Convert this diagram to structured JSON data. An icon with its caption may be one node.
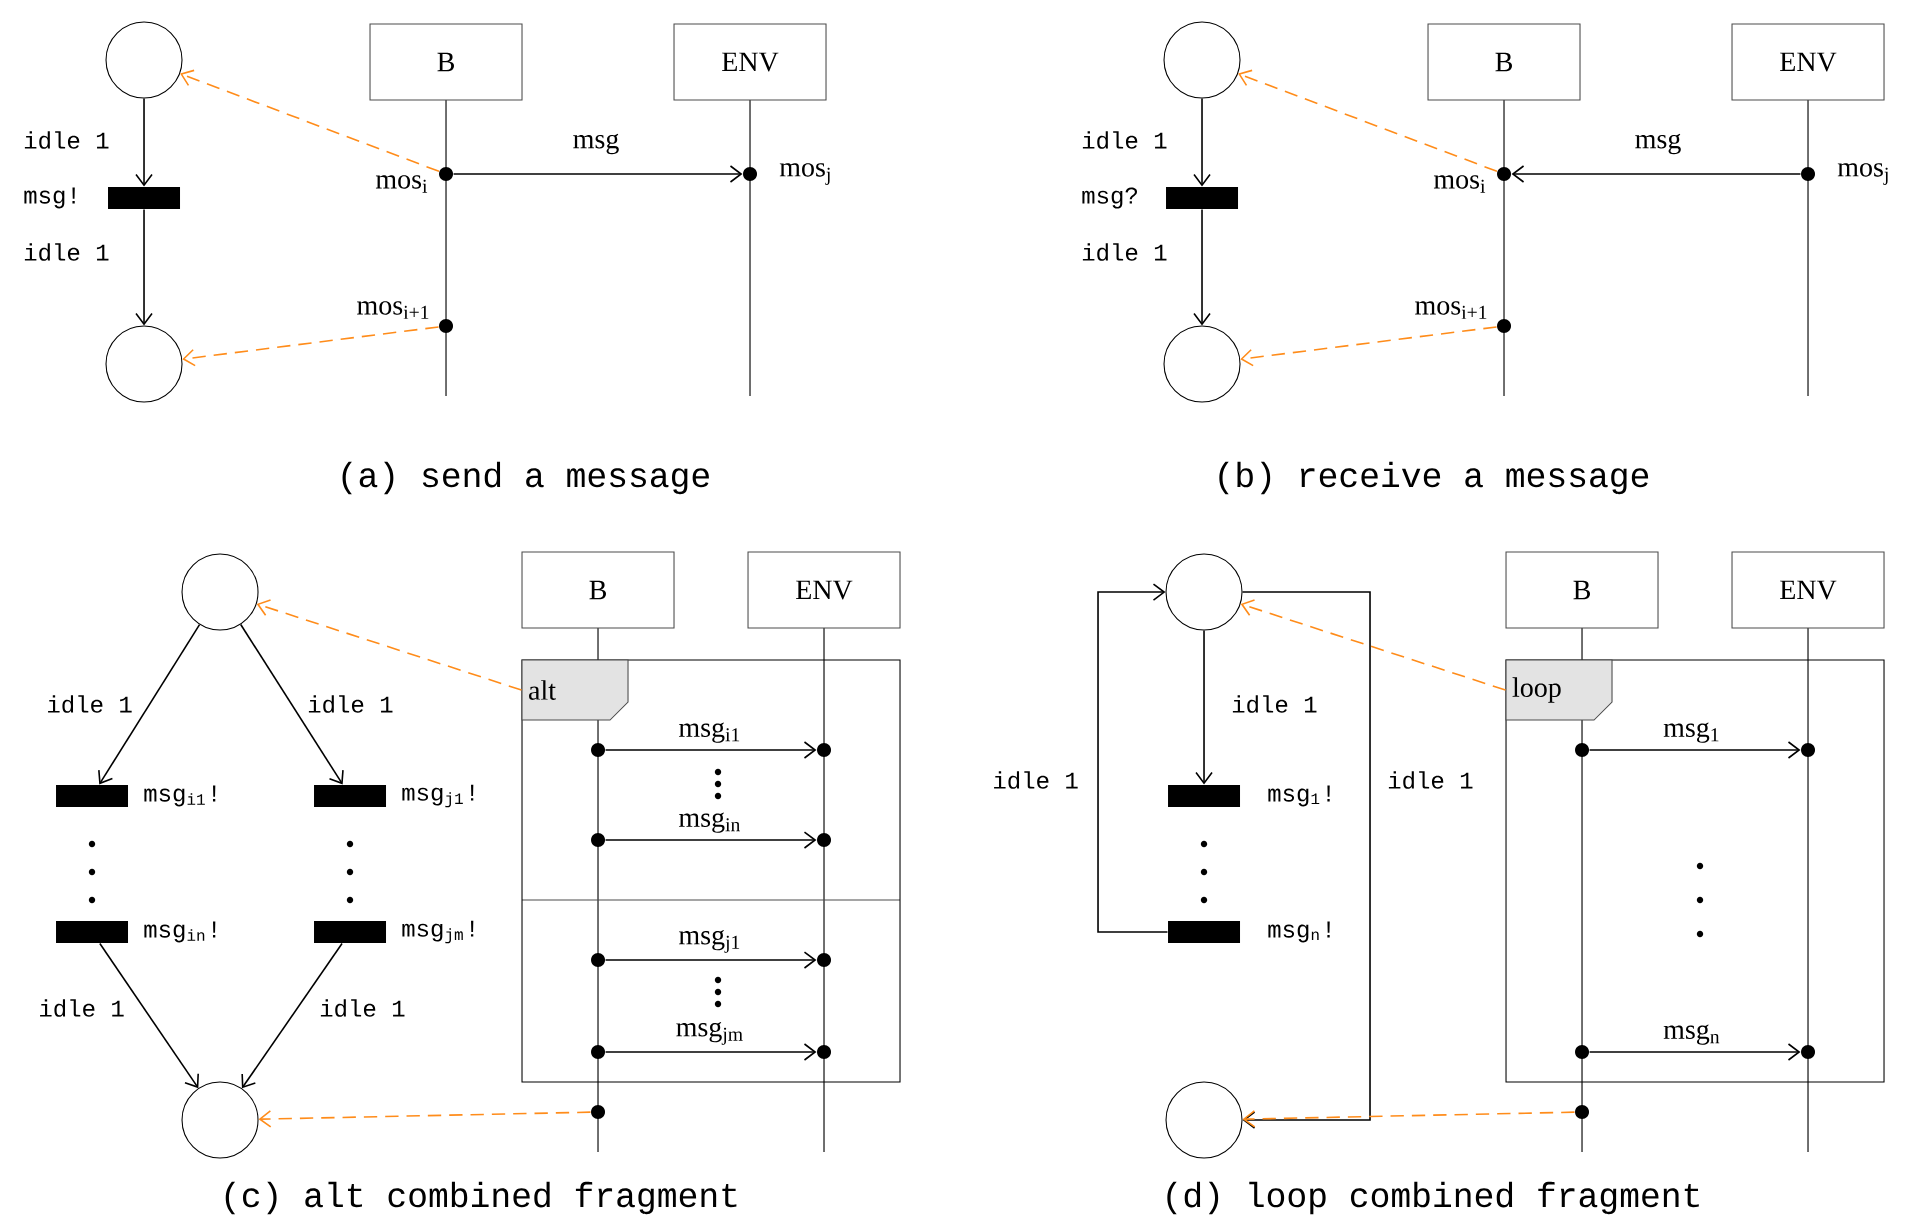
{
  "diagram": {
    "nodes": [
      {
        "text": [],
        "shape": "circle"
      },
      {
        "text": [],
        "shape": "bar",
        "beside": [
          "msg!"
        ]
      },
      {
        "text": [],
        "shape": "circle"
      },
      {
        "text": [
          "B"
        ]
      },
      {
        "text": [
          "ENV"
        ]
      },
      {
        "text": [],
        "shape": "dot",
        "beside": [
          "mos$_{i}$"
        ]
      },
      {
        "text": [],
        "shape": "dot",
        "beside": [
          "mos$_{j}$"
        ]
      },
      {
        "text": [],
        "shape": "dot",
        "beside": [
          "mos$_{i+1}$"
        ]
      },
      {
        "text": [],
        "shape": "circle"
      },
      {
        "text": [],
        "shape": "bar",
        "beside": [
          "msg?"
        ]
      },
      {
        "text": [],
        "shape": "circle"
      },
      {
        "text": [
          "B"
        ]
      },
      {
        "text": [
          "ENV"
        ]
      },
      {
        "text": [],
        "shape": "dot",
        "beside": [
          "mos$_{i}$"
        ]
      },
      {
        "text": [],
        "shape": "dot",
        "beside": [
          "mos$_{j}$"
        ]
      },
      {
        "text": [],
        "shape": "dot",
        "beside": [
          "mos$_{i+1}$"
        ]
      },
      {
        "text": [],
        "shape": "circle"
      },
      {
        "text": [],
        "shape": "bar",
        "beside": [
          "msg$_{i1}$!"
        ]
      },
      {
        "text": [],
        "shape": "bar",
        "beside": [
          "msg$_{j1}$!"
        ]
      },
      {
        "text": [],
        "shape": "bar",
        "beside": [
          "msg$_{in}$!"
        ]
      },
      {
        "text": [],
        "shape": "bar",
        "beside": [
          "msg$_{jm}$!"
        ]
      },
      {
        "text": [],
        "shape": "circle"
      },
      {
        "text": [
          "B"
        ]
      },
      {
        "text": [
          "ENV"
        ]
      },
      {
        "text": [],
        "shape": "box"
      },
      {
        "text": [
          "alt"
        ],
        "in": 24
      },
      {
        "text": [],
        "shape": "dot",
        "in": 24
      },
      {
        "text": [],
        "shape": "dot",
        "in": 24
      },
      {
        "text": [],
        "shape": "dot",
        "in": 24
      },
      {
        "text": [],
        "shape": "dot",
        "in": 24
      },
      {
        "text": [],
        "shape": "dot",
        "in": 24
      },
      {
        "text": [],
        "shape": "dot",
        "in": 24
      },
      {
        "text": [],
        "shape": "dot",
        "in": 24
      },
      {
        "text": [],
        "shape": "dot",
        "in": 24
      },
      {
        "text": [],
        "shape": "dot"
      },
      {
        "text": [],
        "shape": "circle"
      },
      {
        "text": [],
        "shape": "bar",
        "beside": [
          "msg$_{1}$!"
        ]
      },
      {
        "text": [],
        "shape": "bar",
        "beside": [
          "msg$_{n}$!"
        ]
      },
      {
        "text": [],
        "shape": "circle"
      },
      {
        "text": [
          "B"
        ]
      },
      {
        "text": [
          "ENV"
        ]
      },
      {
        "text": [],
        "shape": "box"
      },
      {
        "text": [
          "loop"
        ],
        "in": 41
      },
      {
        "text": [],
        "shape": "dot",
        "in": 41
      },
      {
        "text": [],
        "shape": "dot",
        "in": 41
      },
      {
        "text": [],
        "shape": "dot",
        "in": 41
      },
      {
        "text": [],
        "shape": "dot",
        "in": 41
      },
      {
        "text": [],
        "shape": "dot"
      }
    ],
    "edges": [
      {
        "from": 0,
        "to": 1,
        "arrow": "to",
        "label": "idle 1"
      },
      {
        "from": 1,
        "to": 2,
        "arrow": "to",
        "label": "idle 1"
      },
      {
        "from": 5,
        "to": 6,
        "arrow": "to",
        "label": "msg"
      },
      {
        "from": 5,
        "to": 0,
        "arrow": "to",
        "style": "dashed",
        "color": "#ff8c1a"
      },
      {
        "from": 7,
        "to": 2,
        "arrow": "to",
        "style": "dashed",
        "color": "#ff8c1a"
      },
      {
        "from": 8,
        "to": 9,
        "arrow": "to",
        "label": "idle 1"
      },
      {
        "from": 9,
        "to": 10,
        "arrow": "to",
        "label": "idle 1"
      },
      {
        "from": 14,
        "to": 13,
        "arrow": "to",
        "label": "msg"
      },
      {
        "from": 13,
        "to": 8,
        "arrow": "to",
        "style": "dashed",
        "color": "#ff8c1a"
      },
      {
        "from": 15,
        "to": 10,
        "arrow": "to",
        "style": "dashed",
        "color": "#ff8c1a"
      },
      {
        "from": 16,
        "to": 17,
        "arrow": "to",
        "label": "idle 1"
      },
      {
        "from": 16,
        "to": 18,
        "arrow": "to",
        "label": "idle 1"
      },
      {
        "from": 19,
        "to": 21,
        "arrow": "to",
        "label": "idle 1"
      },
      {
        "from": 20,
        "to": 21,
        "arrow": "to",
        "label": "idle 1"
      },
      {
        "from": 26,
        "to": 27,
        "arrow": "to",
        "label": "msg$_{i1}$"
      },
      {
        "from": 28,
        "to": 29,
        "arrow": "to",
        "label": "msg$_{in}$"
      },
      {
        "from": 30,
        "to": 31,
        "arrow": "to",
        "label": "msg$_{j1}$"
      },
      {
        "from": 32,
        "to": 33,
        "arrow": "to",
        "label": "msg$_{jm}$"
      },
      {
        "from": 25,
        "to": 16,
        "arrow": "to",
        "style": "dashed",
        "color": "#ff8c1a"
      },
      {
        "from": 34,
        "to": 21,
        "arrow": "to",
        "style": "dashed",
        "color": "#ff8c1a"
      },
      {
        "from": 35,
        "to": 36,
        "arrow": "to",
        "label": "idle 1"
      },
      {
        "from": 37,
        "to": 35,
        "arrow": "to",
        "label": "idle 1"
      },
      {
        "from": 35,
        "to": 38,
        "arrow": "to",
        "label": "idle 1"
      },
      {
        "from": 43,
        "to": 44,
        "arrow": "to",
        "label": "msg$_{1}$"
      },
      {
        "from": 45,
        "to": 46,
        "arrow": "to",
        "label": "msg$_{n}$"
      },
      {
        "from": 42,
        "to": 35,
        "arrow": "to",
        "style": "dashed",
        "color": "#ff8c1a"
      },
      {
        "from": 47,
        "to": 38,
        "arrow": "to",
        "style": "dashed",
        "color": "#ff8c1a"
      }
    ],
    "labels": [
      "(a) send a message",
      "(b) receive a message",
      "(c) alt combined fragment",
      "(d) loop combined fragment"
    ]
  }
}
